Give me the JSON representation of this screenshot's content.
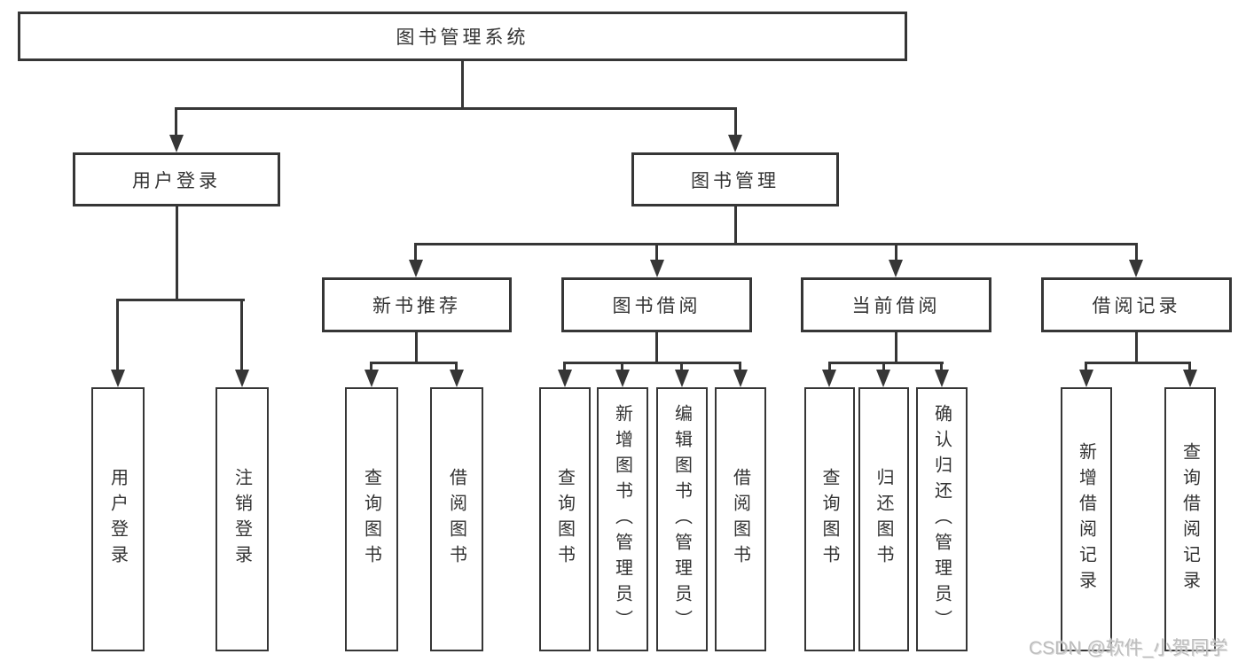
{
  "diagram": {
    "root": {
      "label": "图书管理系统"
    },
    "level2": [
      {
        "label": "用户登录"
      },
      {
        "label": "图书管理"
      }
    ],
    "level3": [
      {
        "label": "新书推荐"
      },
      {
        "label": "图书借阅"
      },
      {
        "label": "当前借阅"
      },
      {
        "label": "借阅记录"
      }
    ],
    "leaves": [
      {
        "label": "用户登录"
      },
      {
        "label": "注销登录"
      },
      {
        "label": "查询图书"
      },
      {
        "label": "借阅图书"
      },
      {
        "label": "查询图书"
      },
      {
        "label": "新增图书（管理员）"
      },
      {
        "label": "编辑图书（管理员）"
      },
      {
        "label": "借阅图书"
      },
      {
        "label": "查询图书"
      },
      {
        "label": "归还图书"
      },
      {
        "label": "确认归还（管理员）"
      },
      {
        "label": "新增借阅记录"
      },
      {
        "label": "查询借阅记录"
      }
    ]
  },
  "watermark": {
    "text": "CSDN @软件_小贺同学"
  },
  "colors": {
    "line": "#363636",
    "text": "#333333",
    "background": "#ffffff",
    "watermark": "#bcbcbc"
  }
}
